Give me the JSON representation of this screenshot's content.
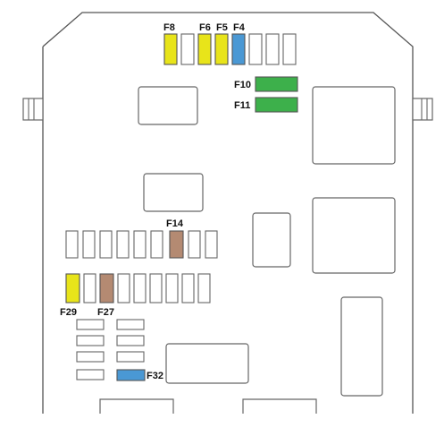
{
  "colors": {
    "yellow": "#e8e41a",
    "blue": "#4a98d4",
    "green": "#3db04b",
    "brown": "#b48a72",
    "empty": "#ffffff"
  },
  "fuses": {
    "F8": {
      "label": "F8",
      "color": "yellow"
    },
    "F6": {
      "label": "F6",
      "color": "yellow"
    },
    "F5": {
      "label": "F5",
      "color": "yellow"
    },
    "F4": {
      "label": "F4",
      "color": "blue"
    },
    "F10": {
      "label": "F10",
      "color": "green"
    },
    "F11": {
      "label": "F11",
      "color": "green"
    },
    "F14": {
      "label": "F14",
      "color": "brown"
    },
    "F29": {
      "label": "F29",
      "color": "yellow"
    },
    "F27": {
      "label": "F27",
      "color": "brown"
    },
    "F32": {
      "label": "F32",
      "color": "blue"
    }
  }
}
